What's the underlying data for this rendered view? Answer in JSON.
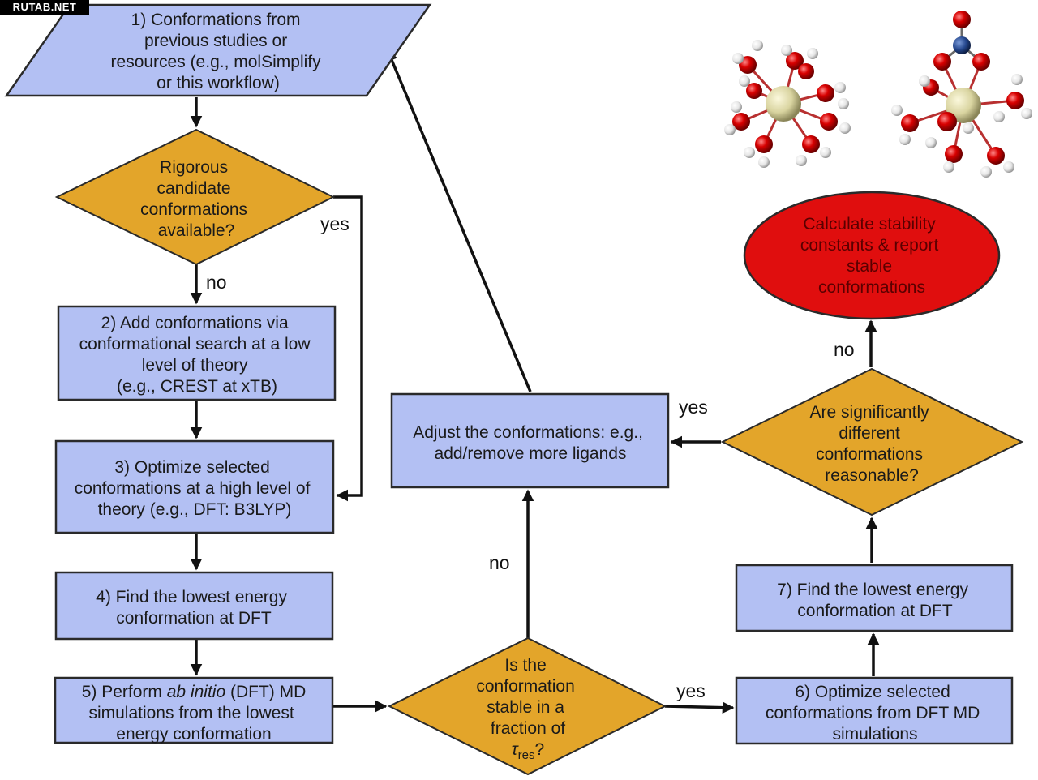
{
  "watermark": "RUTAB.NET",
  "colors": {
    "process_fill": "#b3c0f3",
    "decision_fill": "#e3a52a",
    "terminal_fill": "#e00e0e",
    "border": "#2a2a2a",
    "edge": "#111111"
  },
  "nodes": {
    "n1": {
      "shape": "parallelogram",
      "lines": [
        "1) Conformations from",
        "previous studies or",
        "resources (e.g., molSimplify",
        "or this workflow)"
      ]
    },
    "d1": {
      "shape": "diamond",
      "lines": [
        "Rigorous",
        "candidate",
        "conformations",
        "available?"
      ]
    },
    "n2": {
      "shape": "rect",
      "lines": [
        "2) Add conformations via",
        "conformational search at a low",
        "level of theory",
        "(e.g., CREST at xTB)"
      ]
    },
    "n3": {
      "shape": "rect",
      "lines": [
        "3) Optimize selected",
        "conformations at a high level of",
        "theory (e.g., DFT: B3LYP)"
      ]
    },
    "n4": {
      "shape": "rect",
      "lines": [
        "4) Find the lowest energy",
        "conformation at DFT"
      ]
    },
    "n5": {
      "shape": "rect",
      "line1_before": "5) Perform ",
      "line1_italic": "ab initio",
      "line1_after": " (DFT) MD",
      "lines": [
        "simulations from the lowest",
        "energy conformation"
      ]
    },
    "d2": {
      "shape": "diamond",
      "lines": [
        "Is the",
        "conformation",
        "stable in a",
        "fraction of"
      ],
      "tau": "τ",
      "tau_sub": "res",
      "tau_suffix": "?"
    },
    "n6": {
      "shape": "rect",
      "lines": [
        "6) Optimize selected",
        "conformations from DFT MD",
        "simulations"
      ]
    },
    "n7": {
      "shape": "rect",
      "lines": [
        "7) Find the lowest energy",
        "conformation at DFT"
      ]
    },
    "d3": {
      "shape": "diamond",
      "lines": [
        "Are significantly",
        "different",
        "conformations",
        "reasonable?"
      ]
    },
    "adj": {
      "shape": "rect",
      "lines": [
        "Adjust the conformations: e.g.,",
        "add/remove more ligands"
      ]
    },
    "final": {
      "shape": "ellipse",
      "lines": [
        "Calculate stability",
        "constants & report",
        "stable",
        "conformations"
      ]
    }
  },
  "edges": [
    {
      "from": "n1",
      "to": "d1",
      "label": ""
    },
    {
      "from": "d1",
      "to": "n2",
      "label": "no"
    },
    {
      "from": "d1",
      "to": "n3",
      "label": "yes"
    },
    {
      "from": "n2",
      "to": "n3",
      "label": ""
    },
    {
      "from": "n3",
      "to": "n4",
      "label": ""
    },
    {
      "from": "n4",
      "to": "n5",
      "label": ""
    },
    {
      "from": "n5",
      "to": "d2",
      "label": ""
    },
    {
      "from": "d2",
      "to": "n6",
      "label": "yes"
    },
    {
      "from": "d2",
      "to": "adj",
      "label": "no"
    },
    {
      "from": "n6",
      "to": "n7",
      "label": ""
    },
    {
      "from": "n7",
      "to": "d3",
      "label": ""
    },
    {
      "from": "d3",
      "to": "adj",
      "label": "yes"
    },
    {
      "from": "d3",
      "to": "final",
      "label": "no"
    },
    {
      "from": "adj",
      "to": "n1",
      "label": ""
    }
  ],
  "molecules": [
    {
      "name": "hydrated-cation-cluster",
      "center_color": "#e8e4b0"
    },
    {
      "name": "nitrate-cation-cluster",
      "center_color": "#e8e4b0",
      "extra_color": "#2a4a8a"
    }
  ]
}
